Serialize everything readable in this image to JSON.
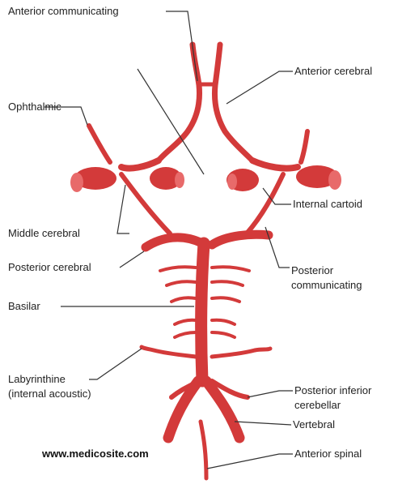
{
  "colors": {
    "artery": "#d33a3a",
    "artery_dark": "#b22828",
    "artery_light": "#e86a6a",
    "leader": "#333333",
    "text": "#222222"
  },
  "labels": {
    "anterior_communicating": "Anterior communicating",
    "anterior_cerebral": "Anterior cerebral",
    "ophthalmic": "Ophthalmic",
    "internal_carotid": "Internal cartoid",
    "middle_cerebral": "Middle cerebral",
    "posterior_cerebral": "Posterior cerebral",
    "posterior_communicating_1": "Posterior",
    "posterior_communicating_2": "communicating",
    "basilar": "Basilar",
    "labyrinthine_1": "Labyrinthine",
    "labyrinthine_2": "(internal acoustic)",
    "posterior_inferior_cerebellar_1": "Posterior inferior",
    "posterior_inferior_cerebellar_2": "cerebellar",
    "vertebral": "Vertebral",
    "anterior_spinal": "Anterior spinal"
  },
  "watermark": "www.medicosite.com"
}
